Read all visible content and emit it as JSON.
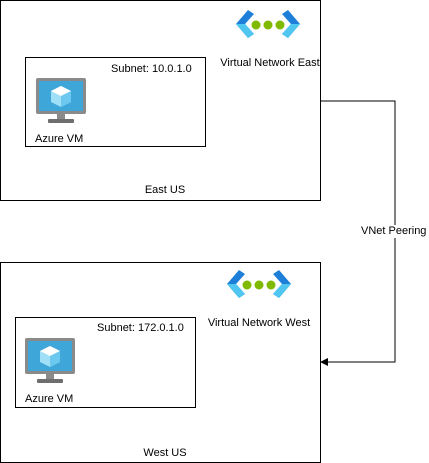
{
  "regions": [
    {
      "label": "East US",
      "network": "Virtual Network East",
      "subnet": "Subnet: 10.0.1.0",
      "vm": "Azure VM"
    },
    {
      "label": "West US",
      "network": "Virtual Network West",
      "subnet": "Subnet: 172.0.1.0",
      "vm": "Azure VM"
    }
  ],
  "connector": {
    "label": "VNet Peering"
  },
  "icons": {
    "vnet": "virtual-network-icon",
    "vm": "azure-vm-icon"
  },
  "colors": {
    "vnet_blue": "#1e7fd8",
    "vnet_cyan": "#50c7f0",
    "vnet_dot": "#7fba00",
    "vm_screen": "#3ea6d8",
    "vm_frame": "#8a8a8a"
  }
}
